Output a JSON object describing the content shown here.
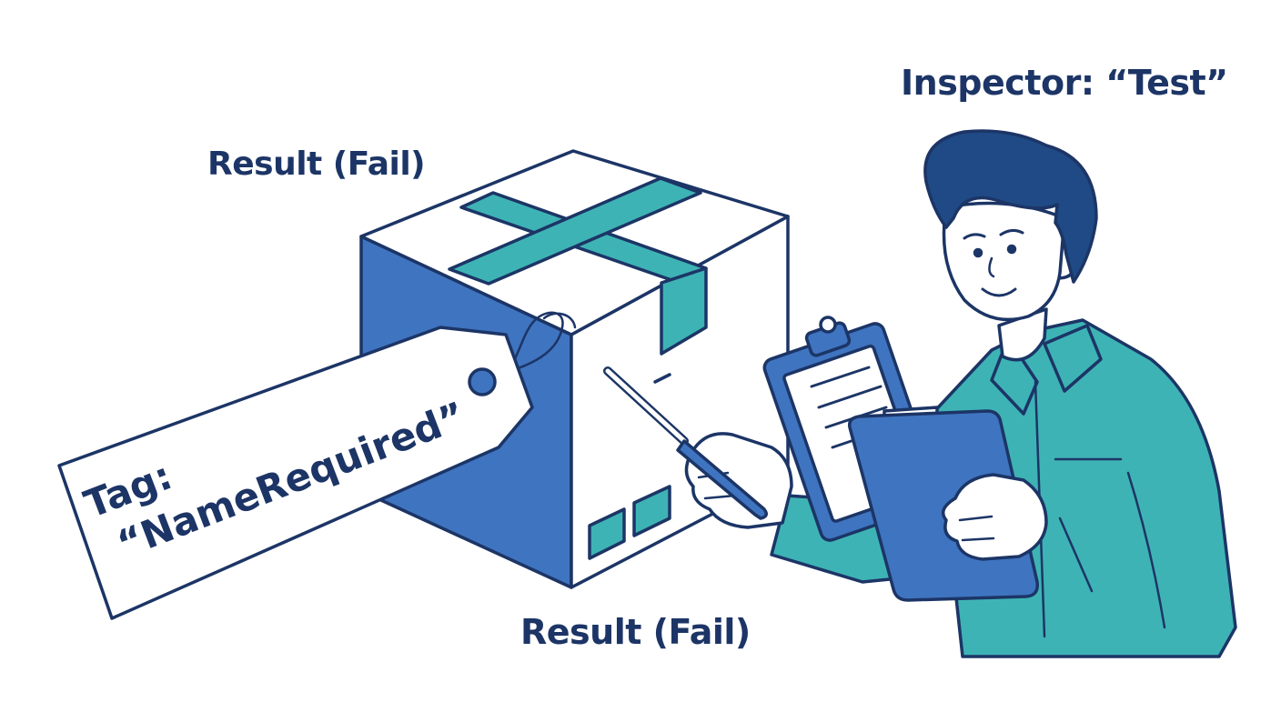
{
  "labels": {
    "inspector": "Inspector: “Test”",
    "result_top": "Result (Fail)",
    "result_bottom": "Result (Fail)",
    "tag_line1": "Tag:",
    "tag_line2": "“NameRequired”"
  },
  "colors": {
    "ink": "#1c3566",
    "box_blue": "#3f74c0",
    "teal": "#3eb3b5",
    "hair": "#1f4a85",
    "skin": "#ffffff"
  },
  "icons": [
    "package-box-icon",
    "luggage-tag-icon",
    "inspector-person-icon",
    "clipboard-icon",
    "tablet-icon",
    "pen-icon"
  ]
}
